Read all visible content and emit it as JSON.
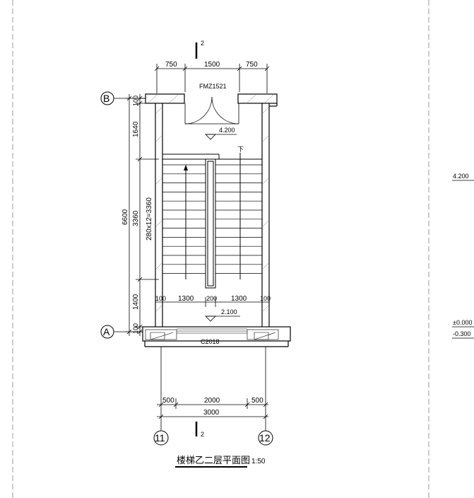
{
  "title": "楼梯乙二层平面图",
  "scale": "1:50",
  "section_mark": "2",
  "axes": {
    "top": "B",
    "bottom": "A",
    "left": "11",
    "right": "12"
  },
  "door_label": "FMZ1521",
  "window_label": "C2018",
  "levels": {
    "landing_upper": "4.200",
    "landing_lower": "2.100"
  },
  "right_clip": {
    "level_1": "4.200",
    "level_2": "±0.000",
    "level_3": "-0.300"
  },
  "dims_top": [
    "750",
    "1500",
    "750"
  ],
  "dims_left_total": "6600",
  "dims_left": [
    "100",
    "1640",
    "3360",
    "1400",
    "100"
  ],
  "stair_run_label": "280x12=3360",
  "dims_mid": [
    "100",
    "1300",
    "200",
    "1300",
    "100"
  ],
  "dims_bottom_row1": [
    "500",
    "2000",
    "500"
  ],
  "dims_bottom_total": "3000",
  "up_marker": "下",
  "colors": {
    "line": "#000000",
    "hatch": "#555555",
    "frame": "#999999"
  }
}
